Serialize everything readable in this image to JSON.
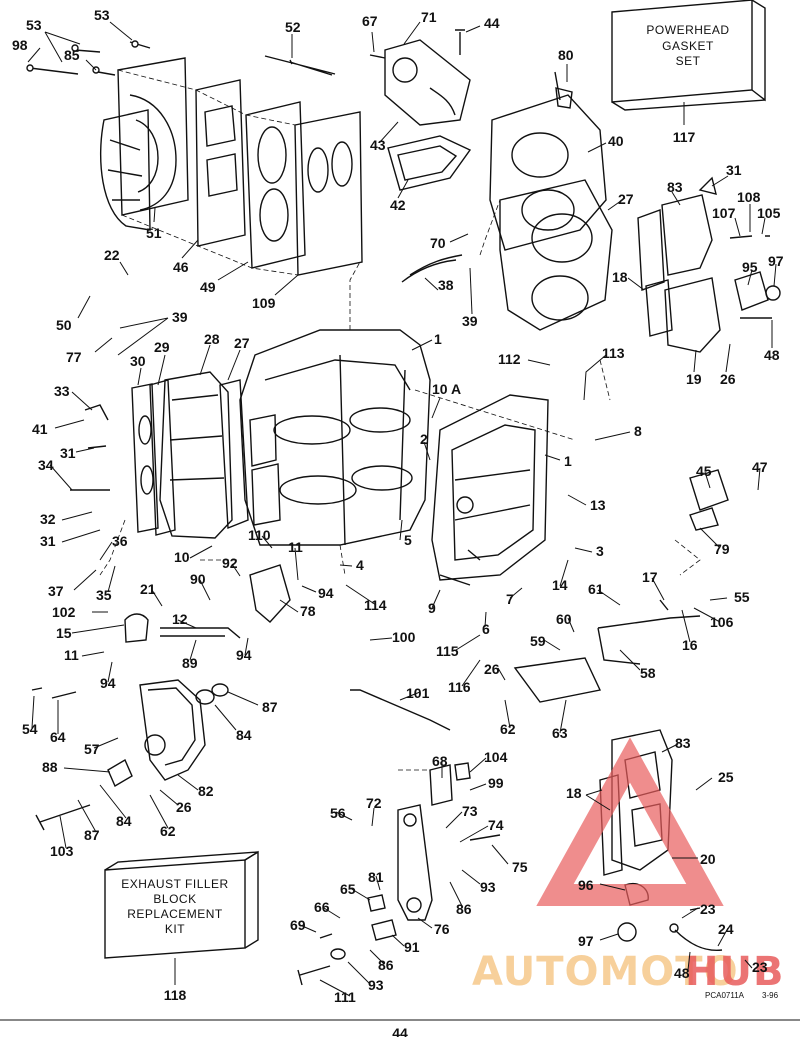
{
  "figure_code": "PCA0711A",
  "figure_date": "3-96",
  "page_number": "44",
  "boxes": {
    "gasket_set": [
      "POWERHEAD",
      "GASKET",
      "SET"
    ],
    "gasket_set_ref": "117",
    "exhaust_kit": [
      "EXHAUST FILLER",
      "BLOCK",
      "REPLACEMENT",
      "KIT"
    ],
    "exhaust_kit_ref": "118"
  },
  "watermark": {
    "part1": "AUTOMOTO",
    "part2": "HUB",
    "color1": "#f6c88a",
    "color2": "#e85c5c"
  },
  "labels": {
    "l53a": "53",
    "l53b": "53",
    "l98": "98",
    "l85": "85",
    "l52": "52",
    "l67": "67",
    "l71": "71",
    "l44": "44",
    "l80": "80",
    "l40": "40",
    "l43": "43",
    "l42": "42",
    "l51": "51",
    "l46": "46",
    "l49": "49",
    "l109": "109",
    "l27a": "27",
    "l31a": "31",
    "l83a": "83",
    "l108": "108",
    "l107": "107",
    "l105": "105",
    "l70": "70",
    "l38": "38",
    "l39a": "39",
    "l95": "95",
    "l97a": "97",
    "l18a": "18",
    "l22": "22",
    "l50": "50",
    "l39b": "39",
    "l77": "77",
    "l1a": "1",
    "l19": "19",
    "l26a": "26",
    "l48a": "48",
    "l28": "28",
    "l27b": "27",
    "l29": "29",
    "l30": "30",
    "l112": "112",
    "l113": "113",
    "l33": "33",
    "l10a": "10 A",
    "l41": "41",
    "l2": "2",
    "l8": "8",
    "l31b": "31",
    "l1b": "1",
    "l34": "34",
    "l45": "45",
    "l47": "47",
    "l13": "13",
    "l32": "32",
    "l31c": "31",
    "l5": "5",
    "l36": "36",
    "l110": "110",
    "l79": "79",
    "l10": "10",
    "l92": "92",
    "l11a": "11",
    "l3": "3",
    "l37": "37",
    "l35": "35",
    "l4": "4",
    "l14": "14",
    "l90": "90",
    "l21": "21",
    "l94a": "94",
    "l114": "114",
    "l61": "61",
    "l17": "17",
    "l55": "55",
    "l102": "102",
    "l78": "78",
    "l9": "9",
    "l7": "7",
    "l106": "106",
    "l15": "15",
    "l12": "12",
    "l60": "60",
    "l6": "6",
    "l16": "16",
    "l11b": "11",
    "l94b": "94",
    "l100": "100",
    "l115": "115",
    "l59": "59",
    "l89": "89",
    "l58": "58",
    "l94c": "94",
    "l116": "116",
    "l26b": "26",
    "l101": "101",
    "l87a": "87",
    "l54": "54",
    "l64": "64",
    "l84a": "84",
    "l62a": "62",
    "l63": "63",
    "l57": "57",
    "l104": "104",
    "l83b": "83",
    "l68": "68",
    "l99": "99",
    "l88": "88",
    "l25": "25",
    "l82": "82",
    "l18b": "18",
    "l26c": "26",
    "l84b": "84",
    "l87b": "87",
    "l62b": "62",
    "l56": "56",
    "l72": "72",
    "l73": "73",
    "l74": "74",
    "l103": "103",
    "l75": "75",
    "l20": "20",
    "l93a": "93",
    "l81": "81",
    "l65": "65",
    "l86a": "86",
    "l96": "96",
    "l66": "66",
    "l23a": "23",
    "l69": "69",
    "l76": "76",
    "l91": "91",
    "l24": "24",
    "l97b": "97",
    "l86b": "86",
    "l93b": "93",
    "l111": "111",
    "l48b": "48",
    "l23b": "23"
  }
}
